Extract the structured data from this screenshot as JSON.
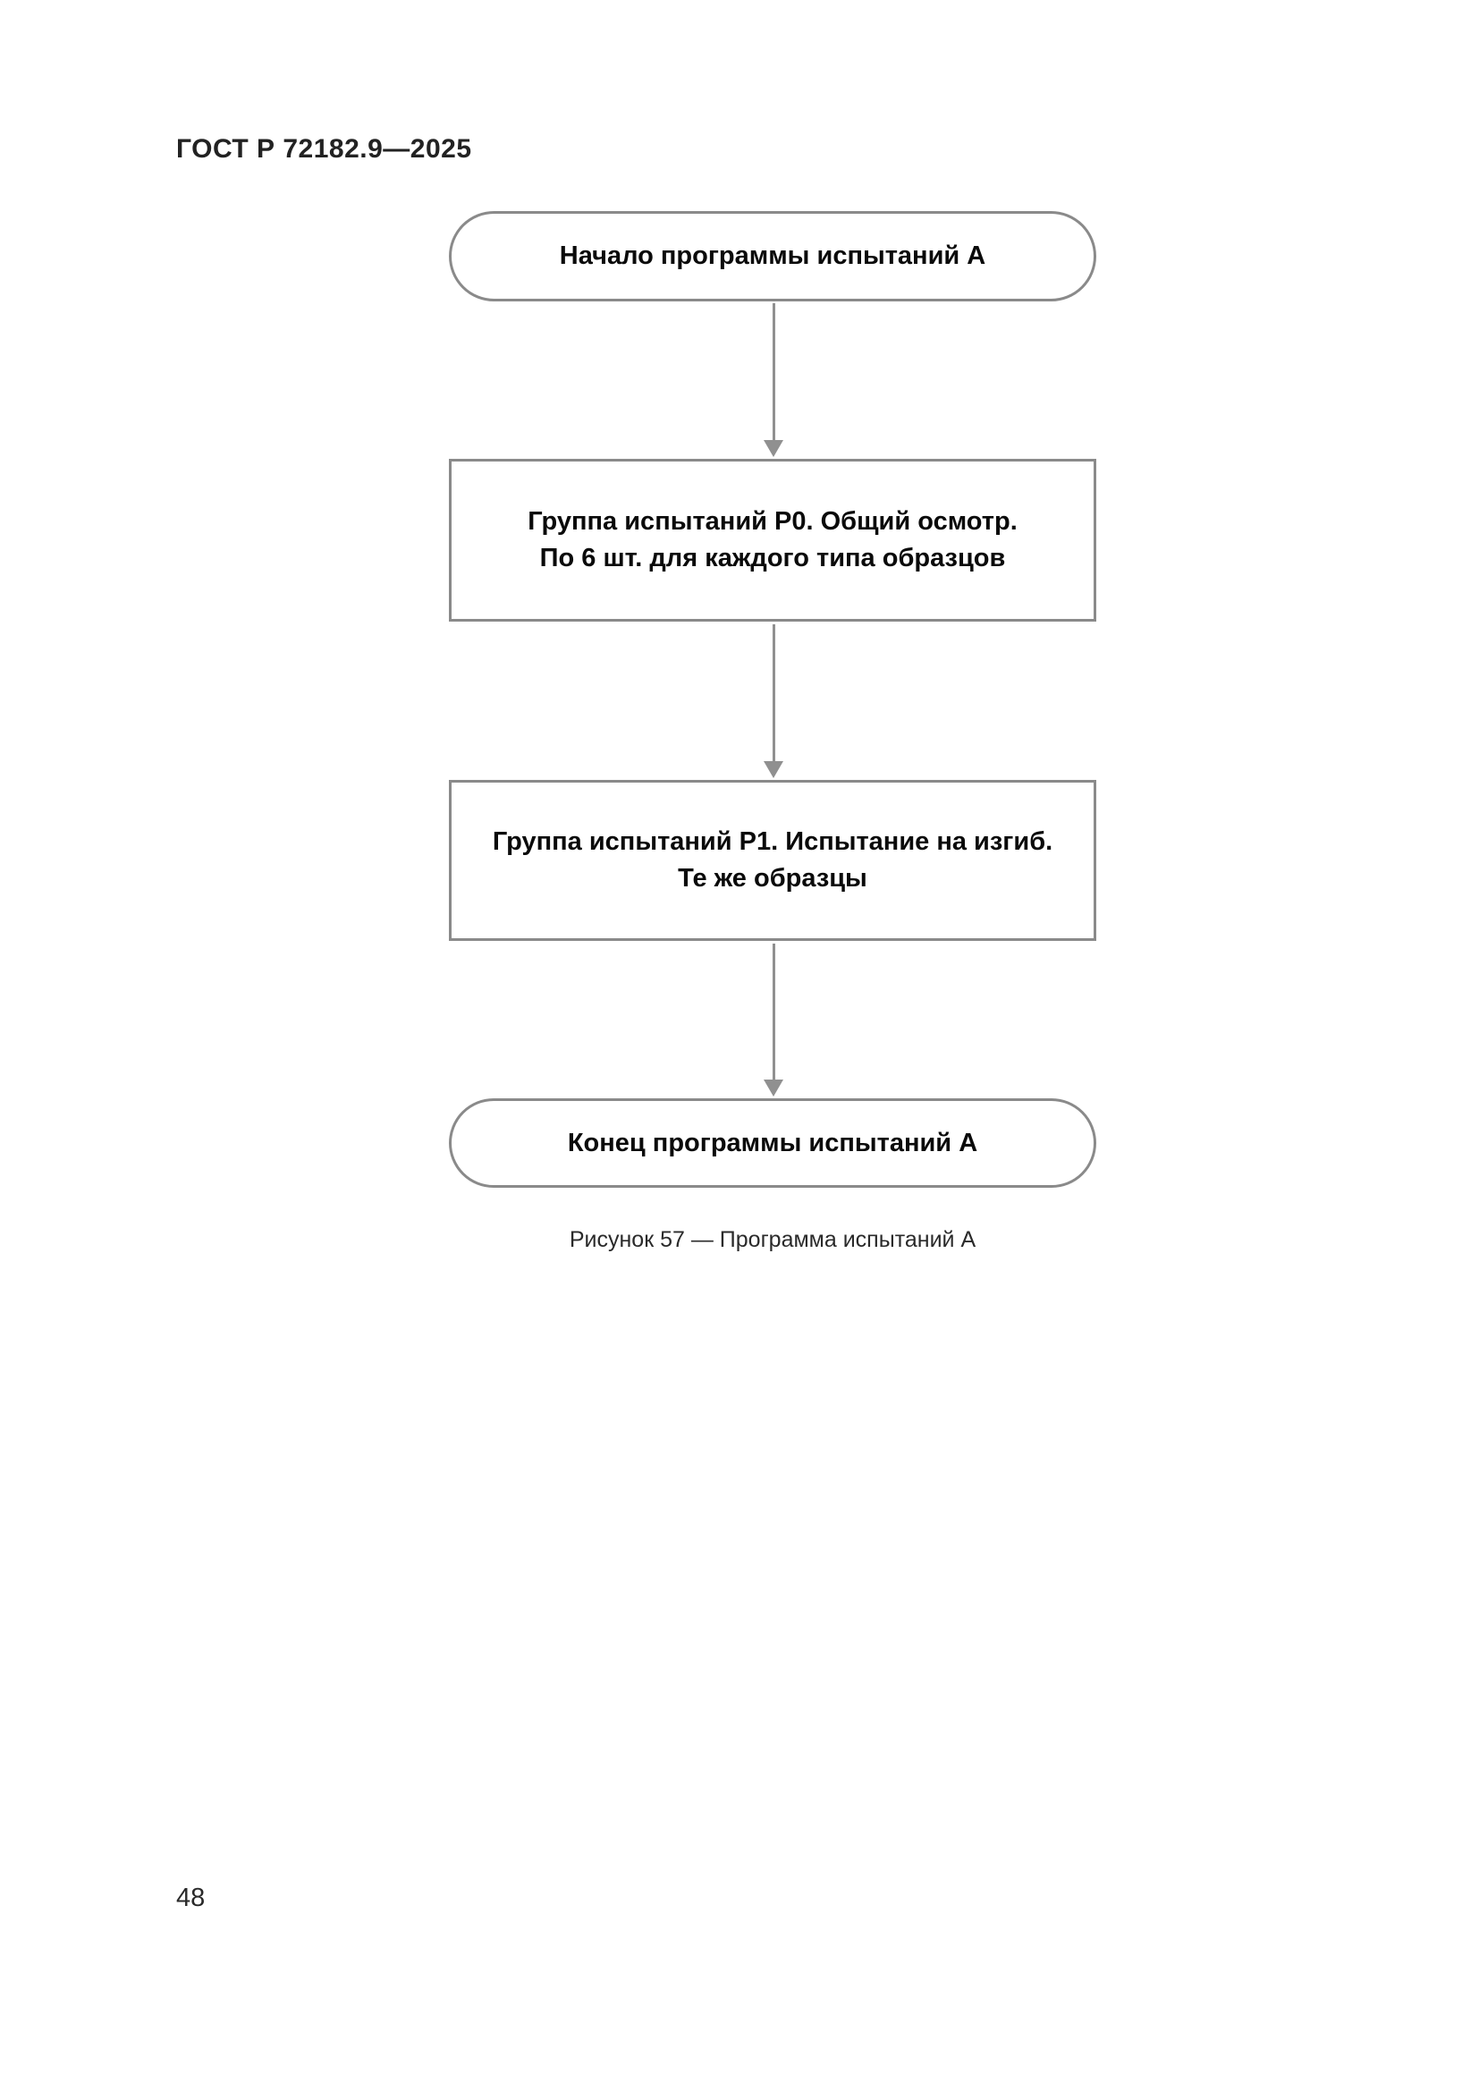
{
  "page": {
    "header": "ГОСТ Р 72182.9—2025",
    "page_number": "48"
  },
  "flowchart": {
    "type": "flowchart",
    "direction": "top-down",
    "nodes": [
      {
        "id": "start",
        "shape": "terminator",
        "lines": [
          "Начало программы испытаний А"
        ]
      },
      {
        "id": "p0",
        "shape": "process",
        "lines": [
          "Группа испытаний Р0. Общий осмотр.",
          "По 6 шт. для каждого типа образцов"
        ]
      },
      {
        "id": "p1",
        "shape": "process",
        "lines": [
          "Группа испытаний Р1. Испытание на изгиб.",
          "Те же образцы"
        ]
      },
      {
        "id": "end",
        "shape": "terminator",
        "lines": [
          "Конец программы испытаний А"
        ]
      }
    ],
    "edges": [
      {
        "from": "start",
        "to": "p0"
      },
      {
        "from": "p0",
        "to": "p1"
      },
      {
        "from": "p1",
        "to": "end"
      }
    ],
    "caption": "Рисунок 57 — Программа испытаний А"
  },
  "colors": {
    "background": "#ffffff",
    "node_border": "#8a8a8a",
    "arrow": "#909090",
    "text": "#0a0a0a"
  }
}
